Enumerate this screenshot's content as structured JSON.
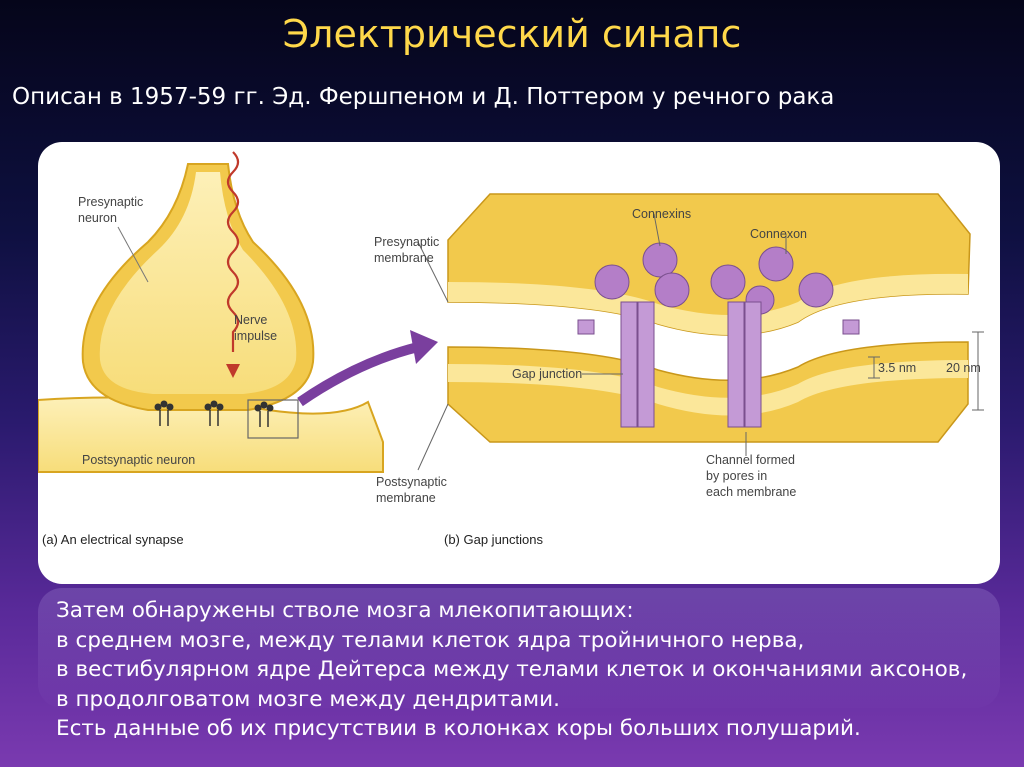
{
  "title": "Электрический синапс",
  "subtitle": "Описан в 1957-59 гг. Эд. Фершпеном и Д. Поттером у речного рака",
  "figure": {
    "panel_a": {
      "caption": "(a) An electrical synapse",
      "presynaptic_neuron_label": [
        "Presynaptic",
        "neuron"
      ],
      "nerve_impulse_label": [
        "Nerve",
        "impulse"
      ],
      "postsynaptic_neuron_label": "Postsynaptic neuron"
    },
    "panel_b": {
      "caption": "(b) Gap junctions",
      "presynaptic_membrane_label": [
        "Presynaptic",
        "membrane"
      ],
      "postsynaptic_membrane_label": [
        "Postsynaptic",
        "membrane"
      ],
      "connexins_label": "Connexins",
      "connexon_label": "Connexon",
      "gap_junction_label": "Gap junction",
      "gap_width_label": "3.5 nm",
      "total_width_label": "20 nm",
      "channel_label": [
        "Channel formed",
        "by pores in",
        "each membrane"
      ]
    }
  },
  "body_lines": [
    "Затем обнаружены стволе мозга млекопитающих:",
    "в среднем мозге, между телами клеток ядра тройничного нерва,",
    "в вестибулярном ядре Дейтерса между телами клеток и окончаниями аксонов,",
    "в продолговатом мозге между дендритами.",
    "Есть данные об их присутствии в колонках коры больших полушарий."
  ],
  "colors": {
    "title": "#ffd84a",
    "membrane": "#f2c94c",
    "membrane_light": "#fbe79a",
    "connexin": "#b47ec8",
    "arrow": "#7a3f9e",
    "impulse": "#c0392b"
  }
}
